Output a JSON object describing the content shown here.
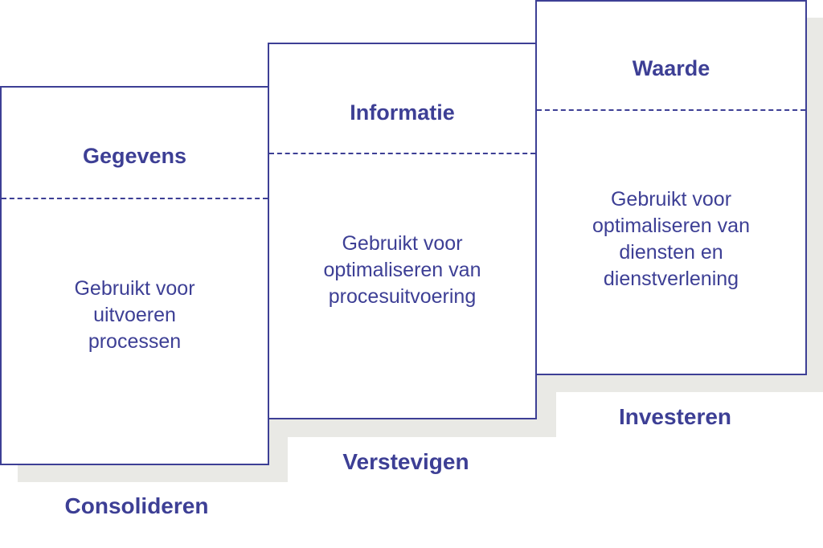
{
  "colors": {
    "accent": "#3d3f95",
    "step_shadow": "#e9e9e5",
    "background": "#ffffff"
  },
  "stages": [
    {
      "title": "Gegevens",
      "description": [
        "Gebruikt voor",
        "uitvoeren",
        "processen"
      ],
      "step_label": "Consolideren"
    },
    {
      "title": "Informatie",
      "description": [
        "Gebruikt voor",
        "optimaliseren van",
        "procesuitvoering"
      ],
      "step_label": "Verstevigen"
    },
    {
      "title": "Waarde",
      "description": [
        "Gebruikt voor",
        "optimaliseren van",
        "diensten en",
        "dienstverlening"
      ],
      "step_label": "Investeren"
    }
  ]
}
